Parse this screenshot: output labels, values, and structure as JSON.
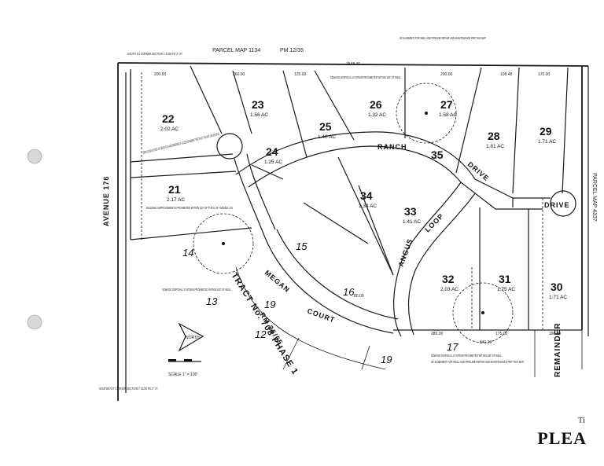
{
  "header": {
    "parcel_map": "PARCEL MAP 1134",
    "pm_ref": "PM 12/35",
    "easement_top": "20' EASEMENT FOR WELL AND PIPELINE REPAIR AND MAINTENANCE PER THIS MAP",
    "easement_bottom": "20' EASEMENT FOR WELL AND PIPELINE REPAIR AND MAINTENANCE PER THIS MAP",
    "corner_ne": "SOUTH 1/4 CORNER SECTION 7-21/26 FD 2\" I.P.",
    "corner_se": "SOUTHEAST CORNER SECTION 7-21/26 FD 2\" I.P.",
    "right_parcel": "PARCEL MAP 4337",
    "remainder": "REMAINDER",
    "scale": "SCALE 1\" = 100'",
    "north": "NORTH"
  },
  "streets": {
    "avenue": "AVENUE 176",
    "ranch": "RANCH",
    "drive_35": "DRIVE",
    "drive_east": "DRIVE",
    "loop": "LOOP",
    "angus": "ANGUS",
    "megan": "MEGAN",
    "court": "COURT",
    "tract": "TRACT No. 708 PHASE 1",
    "tract_ref": "RM 36/65"
  },
  "lots": [
    {
      "num": "22",
      "area": "2.02 AC"
    },
    {
      "num": "23",
      "area": "1.56 AC"
    },
    {
      "num": "24",
      "area": "1.25 AC"
    },
    {
      "num": "25",
      "area": "1.40 AC"
    },
    {
      "num": "26",
      "area": "1.32 AC"
    },
    {
      "num": "27",
      "area": "1.58 AC"
    },
    {
      "num": "28",
      "area": "1.81 AC"
    },
    {
      "num": "29",
      "area": "1.71 AC"
    },
    {
      "num": "21",
      "area": "2.17 AC"
    },
    {
      "num": "34",
      "area": "1.34 AC"
    },
    {
      "num": "33",
      "area": "1.41 AC"
    },
    {
      "num": "35",
      "area": ""
    },
    {
      "num": "32",
      "area": "2.03 AC"
    },
    {
      "num": "31",
      "area": "1.75 AC"
    },
    {
      "num": "30",
      "area": "1.71 AC"
    }
  ],
  "adjacent_lots": [
    "14",
    "15",
    "13",
    "16",
    "19",
    "12",
    "17",
    "19"
  ],
  "notes": {
    "septic_top": "SEWAGE DISPOSAL SYSTEMS PROHIBITED WITHIN 100' OF WELL",
    "septic_left": "SEWAGE DISPOSAL SYSTEMS PROHIBITED WITHIN 100' OF WELL",
    "septic_bottom": "SEWAGE DISPOSAL SYSTEMS PROHIBITED WITHIN 100' OF WELL",
    "building": "BUILDING IMPROVEMENTS PROHIBITED WITHIN 100' OF THE E OF AVENUE 176",
    "dedication": "IRREVOCABLE OFFER OF DEDICATION AND EMERGENCY ACCESS EASEMENT PER TRACT 708 UNIT ONE RM 36-65"
  },
  "dims": {
    "top_total": "1548.46",
    "d200a": "200.00",
    "d260": "260.00",
    "d125": "125.00",
    "d200b": "200.00",
    "d10848": "108.48",
    "d170": "170.00",
    "d28000": "280.00",
    "d17500": "175.00",
    "d84129": "841.29",
    "d19829": "198.29",
    "d8000": "80.00"
  },
  "corner_text": {
    "watermark": "PLEA",
    "tl": "Ti"
  }
}
